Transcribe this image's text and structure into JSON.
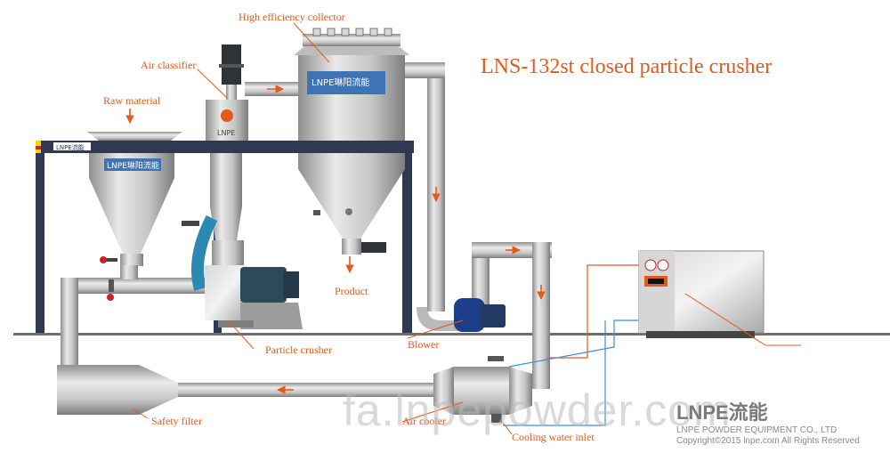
{
  "title": "LNS-132st closed particle crusher",
  "labels": {
    "collector": "High efficiency collector",
    "classifier": "Air classifier",
    "raw_material": "Raw material",
    "product": "Product",
    "particle_crusher": "Particle crusher",
    "blower": "Blower",
    "safety_filter": "Safety filter",
    "air_cooler": "Air cooler",
    "cooling_water": "Cooling water inlet"
  },
  "nameplates": {
    "hopper": "LNPE琳阳流能",
    "collector": "LNPE琳阳流能",
    "classifier": "LNPE",
    "frame": "LNPE流能"
  },
  "watermark": "fa.lnpepowder.com",
  "logo": {
    "word": "LNPE流能",
    "company": "LNPE POWDER EQUIPMENT CO., LTD",
    "copyright": "Copyright©2015 lnpe.com All Rights Reserved"
  },
  "colors": {
    "accent": "#e35b1c",
    "steel": "#c8c8c8",
    "frame": "#2f3a52",
    "motor": "#2e4a5a",
    "blower": "#1c3f8c",
    "hose": "#2c8ab2",
    "water": "#3b8fd6"
  }
}
